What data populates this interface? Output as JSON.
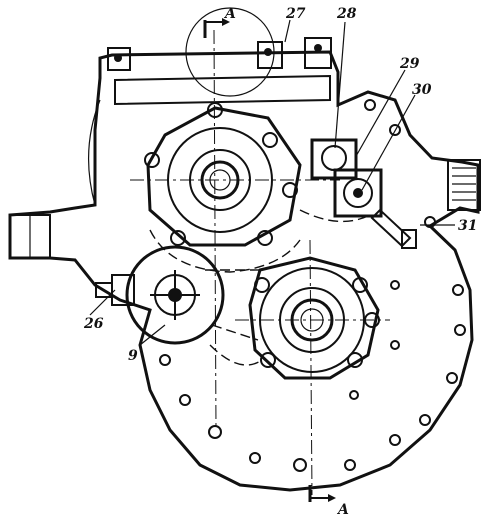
{
  "callouts": {
    "section_top": "A",
    "section_bottom": "A",
    "c27": "27",
    "c28": "28",
    "c29": "29",
    "c30": "30",
    "c31": "31",
    "c26": "26",
    "c9": "9"
  }
}
